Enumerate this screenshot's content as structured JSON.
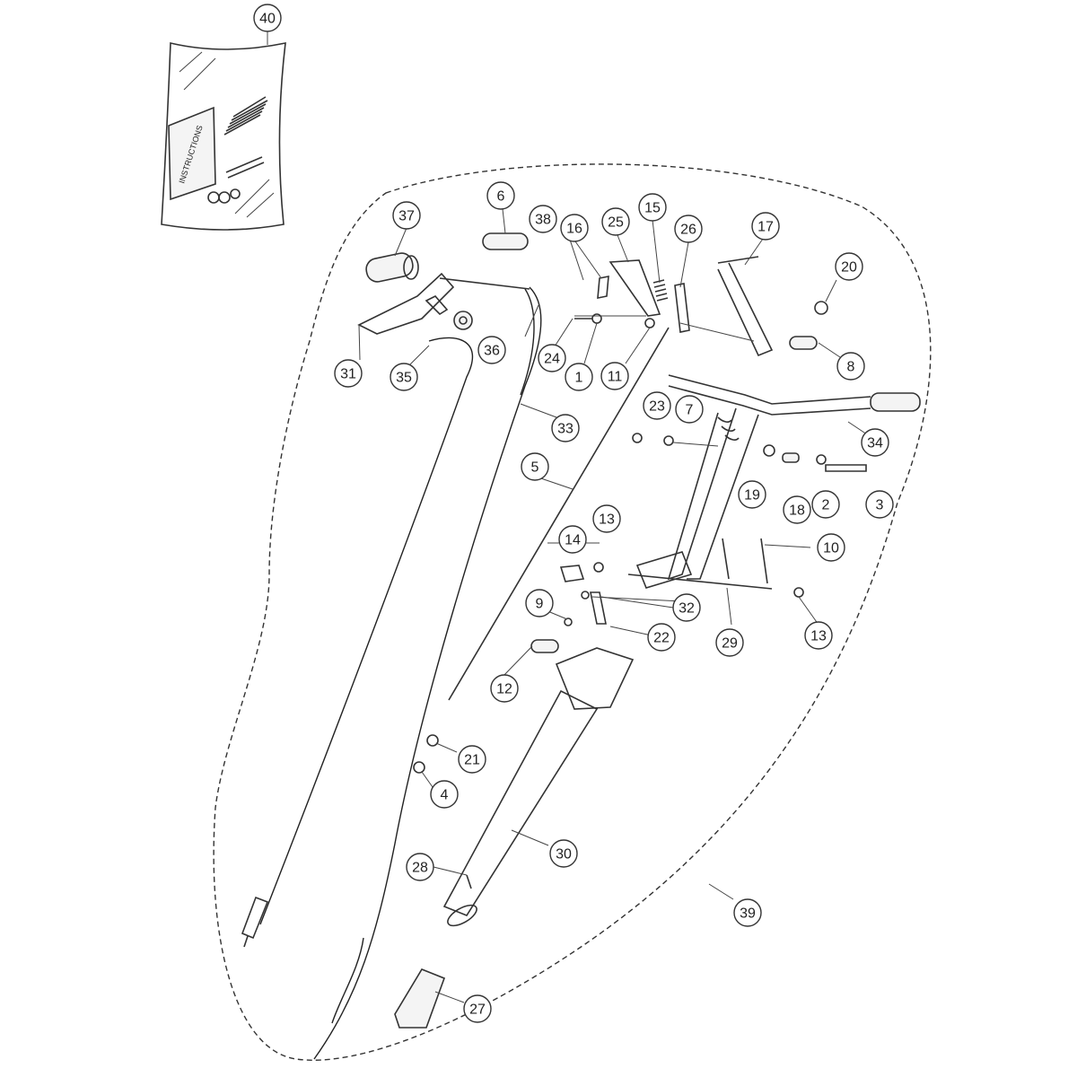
{
  "diagram": {
    "kit_label": "INSTRUCTIONS",
    "callouts": [
      {
        "id": "c1",
        "label": "1"
      },
      {
        "id": "c2",
        "label": "2"
      },
      {
        "id": "c3",
        "label": "3"
      },
      {
        "id": "c4",
        "label": "4"
      },
      {
        "id": "c5",
        "label": "5"
      },
      {
        "id": "c6",
        "label": "6"
      },
      {
        "id": "c7",
        "label": "7"
      },
      {
        "id": "c8",
        "label": "8"
      },
      {
        "id": "c9",
        "label": "9"
      },
      {
        "id": "c10",
        "label": "10"
      },
      {
        "id": "c11",
        "label": "11"
      },
      {
        "id": "c12",
        "label": "12"
      },
      {
        "id": "c13a",
        "label": "13"
      },
      {
        "id": "c13b",
        "label": "13"
      },
      {
        "id": "c14",
        "label": "14"
      },
      {
        "id": "c15",
        "label": "15"
      },
      {
        "id": "c16",
        "label": "16"
      },
      {
        "id": "c17",
        "label": "17"
      },
      {
        "id": "c18",
        "label": "18"
      },
      {
        "id": "c19",
        "label": "19"
      },
      {
        "id": "c20",
        "label": "20"
      },
      {
        "id": "c21",
        "label": "21"
      },
      {
        "id": "c22",
        "label": "22"
      },
      {
        "id": "c23",
        "label": "23"
      },
      {
        "id": "c24",
        "label": "24"
      },
      {
        "id": "c25",
        "label": "25"
      },
      {
        "id": "c26",
        "label": "26"
      },
      {
        "id": "c27",
        "label": "27"
      },
      {
        "id": "c28",
        "label": "28"
      },
      {
        "id": "c29",
        "label": "29"
      },
      {
        "id": "c30",
        "label": "30"
      },
      {
        "id": "c31",
        "label": "31"
      },
      {
        "id": "c32",
        "label": "32"
      },
      {
        "id": "c33",
        "label": "33"
      },
      {
        "id": "c34",
        "label": "34"
      },
      {
        "id": "c35",
        "label": "35"
      },
      {
        "id": "c36",
        "label": "36"
      },
      {
        "id": "c37",
        "label": "37"
      },
      {
        "id": "c38",
        "label": "38"
      },
      {
        "id": "c39",
        "label": "39"
      },
      {
        "id": "c40",
        "label": "40"
      }
    ]
  }
}
